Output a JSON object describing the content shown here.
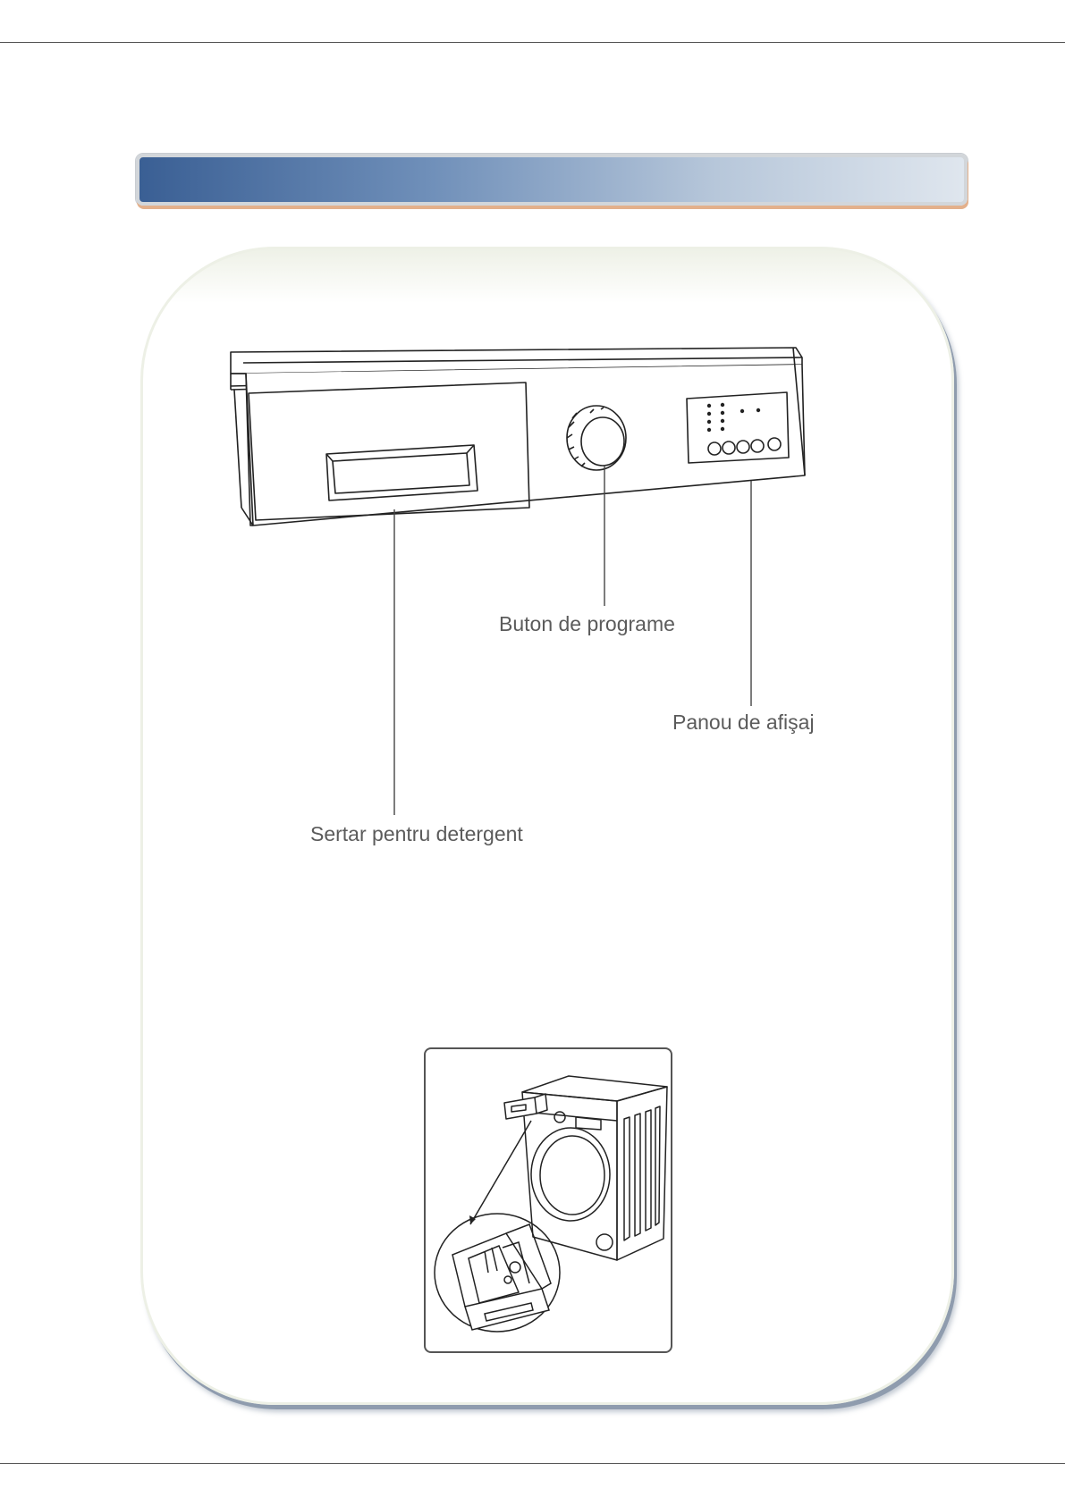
{
  "header": {
    "title": ""
  },
  "labels": {
    "program_knob": "Buton de programe",
    "display_panel": "Panou de afişaj",
    "detergent_drawer": "Sertar pentru detergent"
  },
  "colors": {
    "band_dark": "#3a5f94",
    "band_light": "#dfe6ee",
    "band_shadow": "#e3b08b",
    "panel_shadow": "#8f9cae",
    "label_text": "#5b5b5b"
  }
}
